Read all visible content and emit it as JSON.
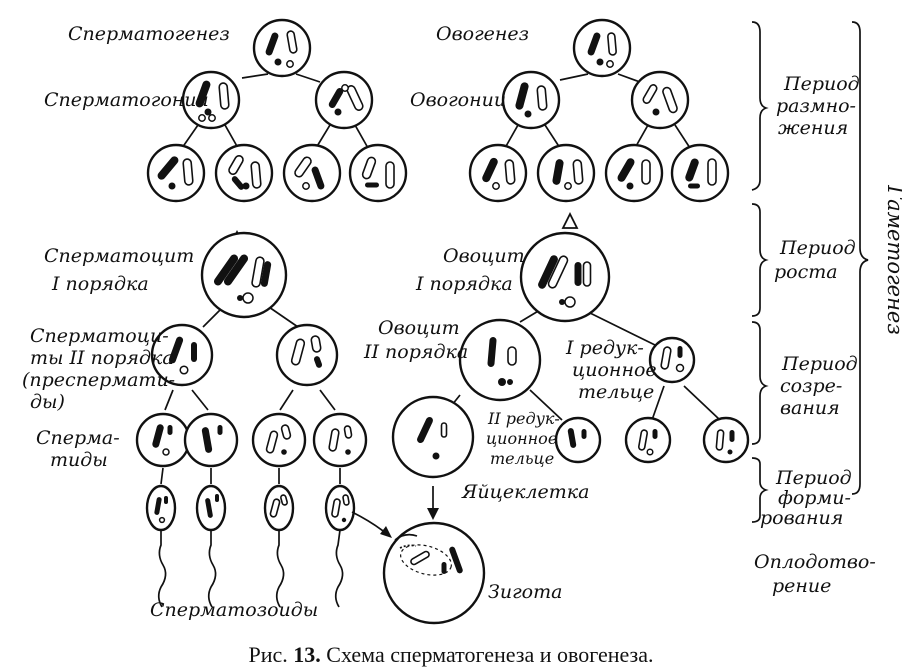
{
  "labels": {
    "spermatogenesis": "Сперматогенез",
    "oogenesis": "Овогенез",
    "spermatogonia": "Сперматогонии",
    "oogonia": "Овогонии",
    "spermatocyte1_a": "Сперматоцит",
    "spermatocyte1_b": "I порядка",
    "oocyte1_a": "Овоцит",
    "oocyte1_b": "I порядка",
    "spermatocyte2_a": "Сперматоци-",
    "spermatocyte2_b": "ты II порядка",
    "spermatocyte2_c": "(преспермати-",
    "spermatocyte2_d": "ды)",
    "oocyte2_a": "Овоцит",
    "oocyte2_b": "II порядка",
    "polar1_a": "I редук-",
    "polar1_b": "ционное",
    "polar1_c": "тельце",
    "polar2_a": "II редук-",
    "polar2_b": "ционное",
    "polar2_c": "тельце",
    "spermatids_a": "Сперма-",
    "spermatids_b": "тиды",
    "egg": "Яйцеклетка",
    "spermatozoa": "Сперматозоиды",
    "zygote": "Зигота"
  },
  "periods": {
    "reproduction_a": "Период",
    "reproduction_b": "размно-",
    "reproduction_c": "жения",
    "growth_a": "Период",
    "growth_b": "роста",
    "maturation_a": "Период",
    "maturation_b": "созре-",
    "maturation_c": "вания",
    "formation_a": "Период",
    "formation_b": "форми-",
    "formation_c": "рования",
    "fertilization_a": "Оплодотво-",
    "fertilization_b": "рение",
    "gametogenesis": "Гаметогенез"
  },
  "caption": {
    "prefix": "Рис. ",
    "number": "13.",
    "text": " Схема сперматогенеза и овогенеза."
  }
}
